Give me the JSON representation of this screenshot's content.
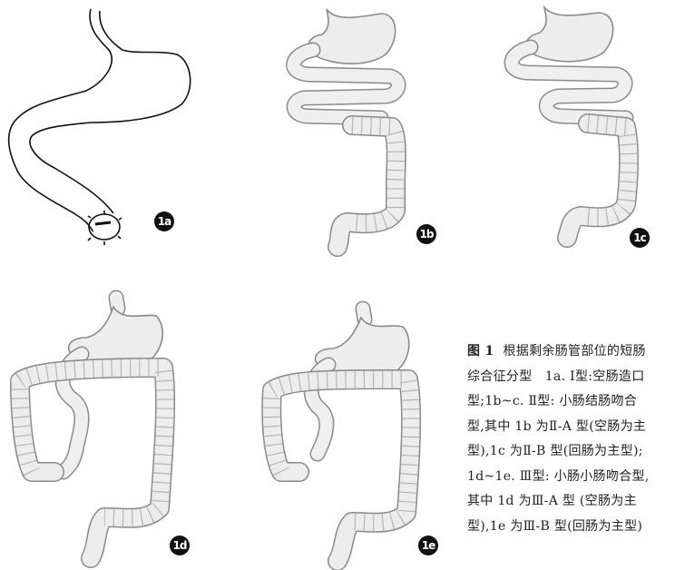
{
  "figure": {
    "panels": [
      {
        "id": "1a",
        "label": "1a"
      },
      {
        "id": "1b",
        "label": "1b"
      },
      {
        "id": "1c",
        "label": "1c"
      },
      {
        "id": "1d",
        "label": "1d"
      },
      {
        "id": "1e",
        "label": "1e"
      }
    ],
    "caption": {
      "title": "图 1",
      "lines": [
        "根据剩余肠管部位的短肠",
        "综合征分型　1a. Ⅰ型:空肠造口",
        "型;1b~c. Ⅱ型: 小肠结肠吻合",
        "型,其中 1b 为Ⅱ-A 型(空肠为主",
        "型),1c 为Ⅱ-B 型(回肠为主型);",
        "1d~1e. Ⅲ型: 小肠小肠吻合型,",
        "其中 1d 为Ⅲ-A 型 (空肠为主",
        "型),1e 为Ⅲ-B 型(回肠为主型)"
      ]
    }
  }
}
